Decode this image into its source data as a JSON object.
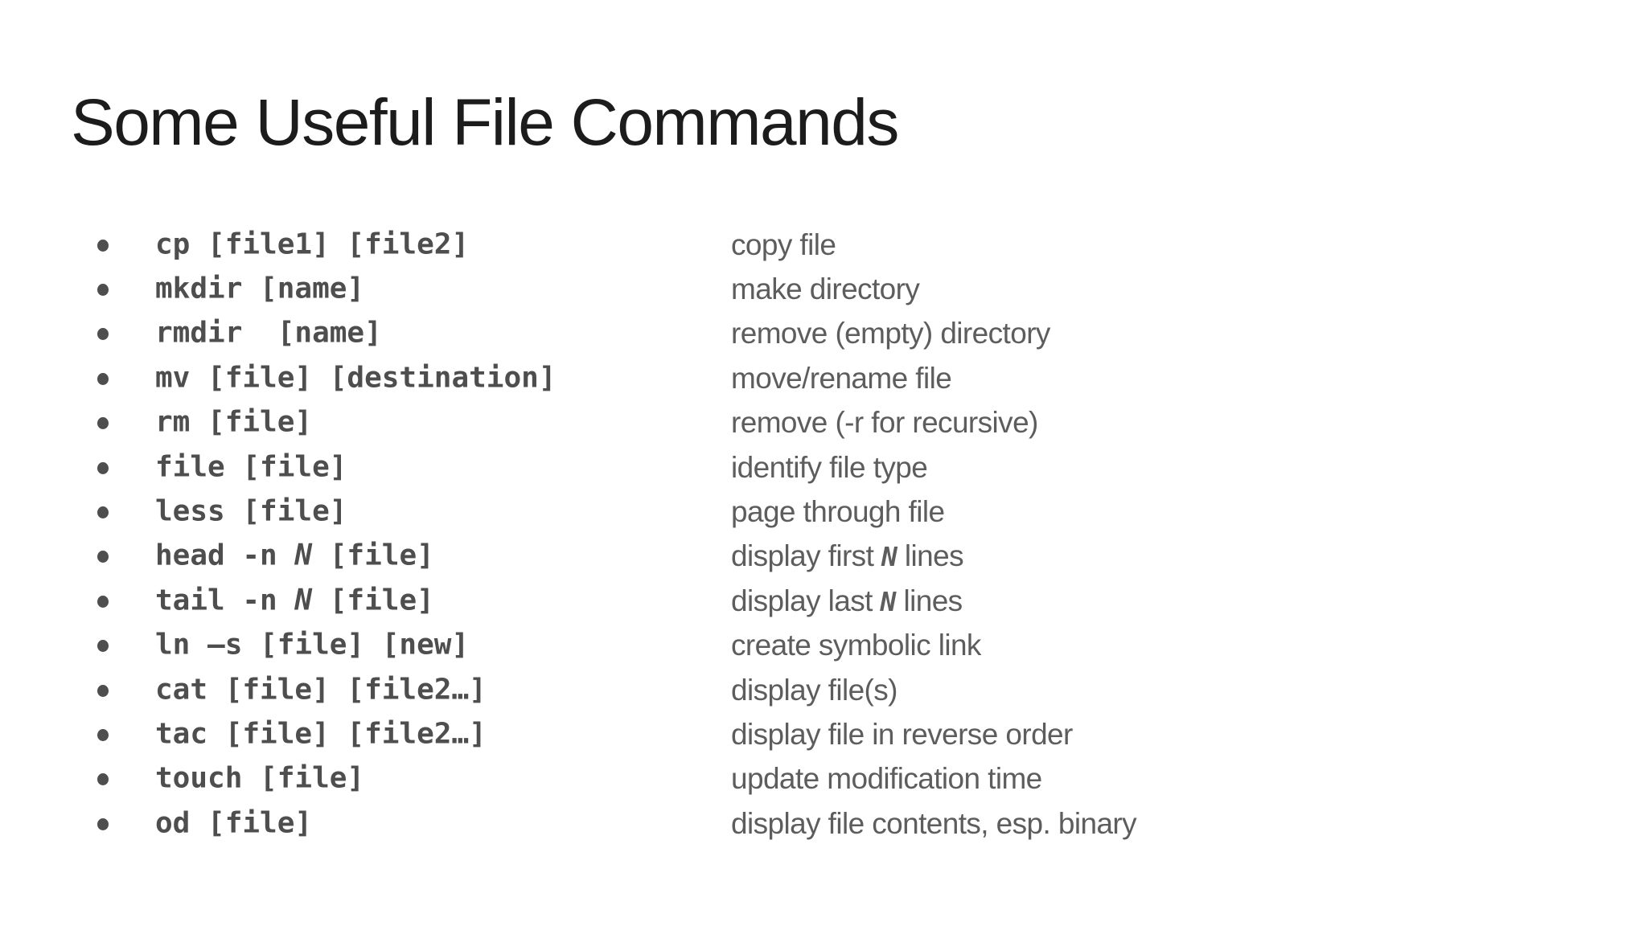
{
  "slide": {
    "title": "Some Useful File Commands",
    "colors": {
      "background": "#ffffff",
      "title": "#1c1c1c",
      "command": "#4e4e4e",
      "description": "#5d5d5d"
    },
    "rows": [
      {
        "command": {
          "pre": "cp [file1] [file2]",
          "em": "",
          "post": ""
        },
        "description": {
          "pre": "copy file",
          "em": "",
          "post": ""
        }
      },
      {
        "command": {
          "pre": "mkdir [name]",
          "em": "",
          "post": ""
        },
        "description": {
          "pre": "make directory",
          "em": "",
          "post": ""
        }
      },
      {
        "command": {
          "pre": "rmdir  [name]",
          "em": "",
          "post": ""
        },
        "description": {
          "pre": "remove (empty) directory",
          "em": "",
          "post": ""
        }
      },
      {
        "command": {
          "pre": "mv [file] [destination]",
          "em": "",
          "post": ""
        },
        "description": {
          "pre": "move/rename file",
          "em": "",
          "post": ""
        }
      },
      {
        "command": {
          "pre": "rm [file]",
          "em": "",
          "post": ""
        },
        "description": {
          "pre": "remove (-r for recursive)",
          "em": "",
          "post": ""
        }
      },
      {
        "command": {
          "pre": "file [file]",
          "em": "",
          "post": ""
        },
        "description": {
          "pre": "identify file type",
          "em": "",
          "post": ""
        }
      },
      {
        "command": {
          "pre": "less [file]",
          "em": "",
          "post": ""
        },
        "description": {
          "pre": "page through file",
          "em": "",
          "post": ""
        }
      },
      {
        "command": {
          "pre": "head -n ",
          "em": "N",
          "post": " [file]"
        },
        "description": {
          "pre": "display first ",
          "em": "N",
          "post": " lines"
        }
      },
      {
        "command": {
          "pre": "tail -n ",
          "em": "N",
          "post": " [file]"
        },
        "description": {
          "pre": "display last ",
          "em": "N",
          "post": " lines"
        }
      },
      {
        "command": {
          "pre": "ln –s [file] [new]",
          "em": "",
          "post": ""
        },
        "description": {
          "pre": "create symbolic link",
          "em": "",
          "post": ""
        }
      },
      {
        "command": {
          "pre": "cat [file] [file2…]",
          "em": "",
          "post": ""
        },
        "description": {
          "pre": "display file(s)",
          "em": "",
          "post": ""
        }
      },
      {
        "command": {
          "pre": "tac [file] [file2…]",
          "em": "",
          "post": ""
        },
        "description": {
          "pre": "display file in reverse order",
          "em": "",
          "post": ""
        }
      },
      {
        "command": {
          "pre": "touch [file]",
          "em": "",
          "post": ""
        },
        "description": {
          "pre": "update modification time",
          "em": "",
          "post": ""
        }
      },
      {
        "command": {
          "pre": "od [file]",
          "em": "",
          "post": ""
        },
        "description": {
          "pre": "display file contents, esp. binary",
          "em": "",
          "post": ""
        }
      }
    ]
  }
}
